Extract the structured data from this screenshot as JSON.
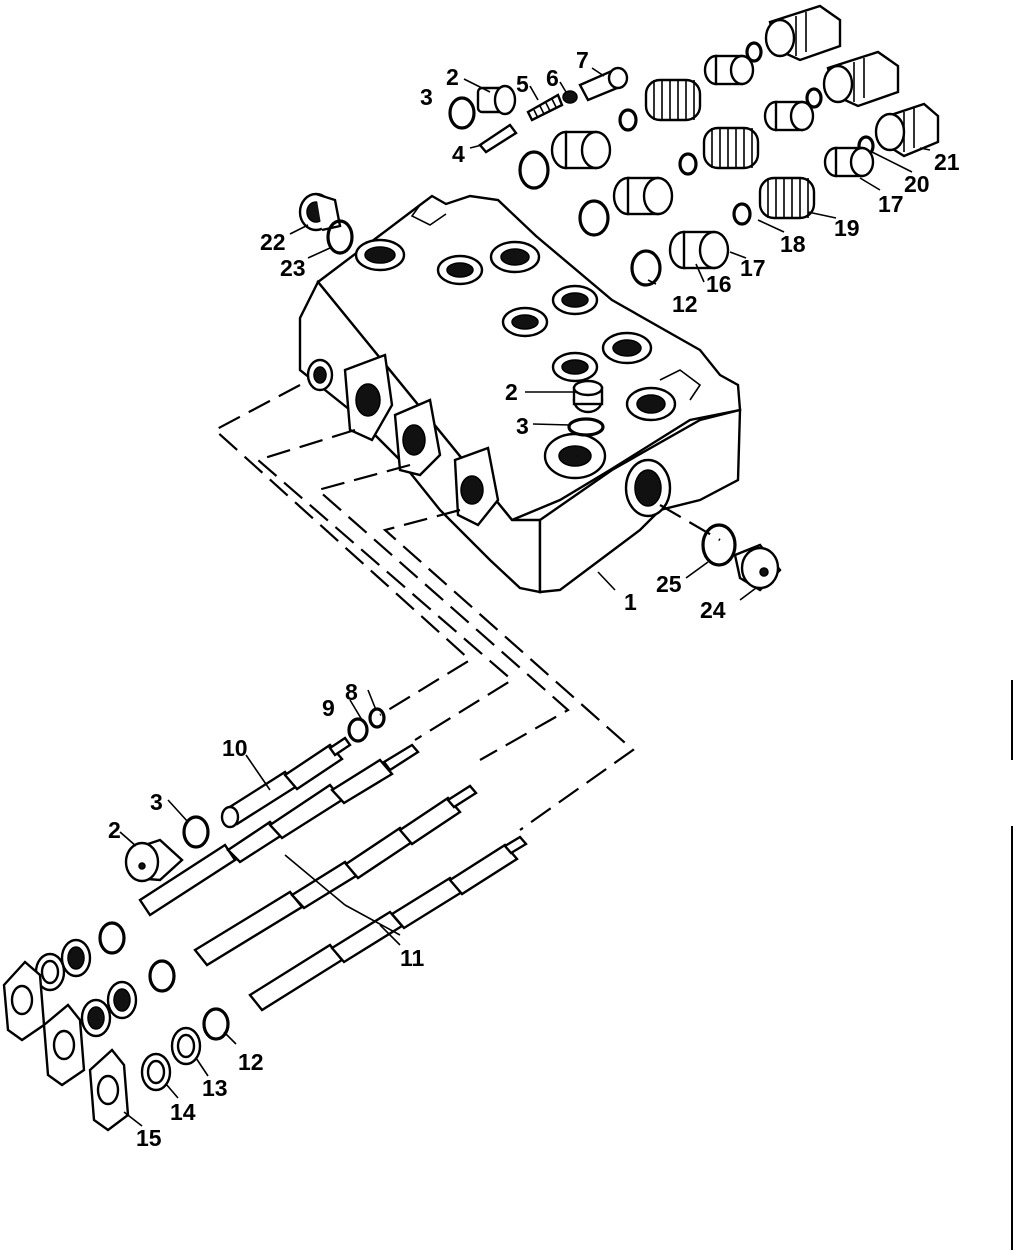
{
  "callouts": {
    "c1": "1",
    "c2a": "2",
    "c2b": "2",
    "c2c": "2",
    "c3a": "3",
    "c3b": "3",
    "c3c": "3",
    "c4": "4",
    "c5": "5",
    "c6": "6",
    "c7": "7",
    "c8": "8",
    "c9": "9",
    "c10": "10",
    "c11": "11",
    "c12a": "12",
    "c12b": "12",
    "c13": "13",
    "c14": "14",
    "c15": "15",
    "c16": "16",
    "c17a": "17",
    "c17b": "17",
    "c18": "18",
    "c19": "19",
    "c20": "20",
    "c21": "21",
    "c22": "22",
    "c23": "23",
    "c24": "24",
    "c25": "25"
  },
  "icons": {
    "valve_body": "control-valve-body-icon",
    "spool": "spool-icon",
    "o_ring": "o-ring-icon",
    "plug": "plug-icon",
    "spring": "spring-icon",
    "flange": "flange-plate-icon"
  },
  "colors": {
    "ink": "#000000",
    "paper": "#ffffff"
  }
}
